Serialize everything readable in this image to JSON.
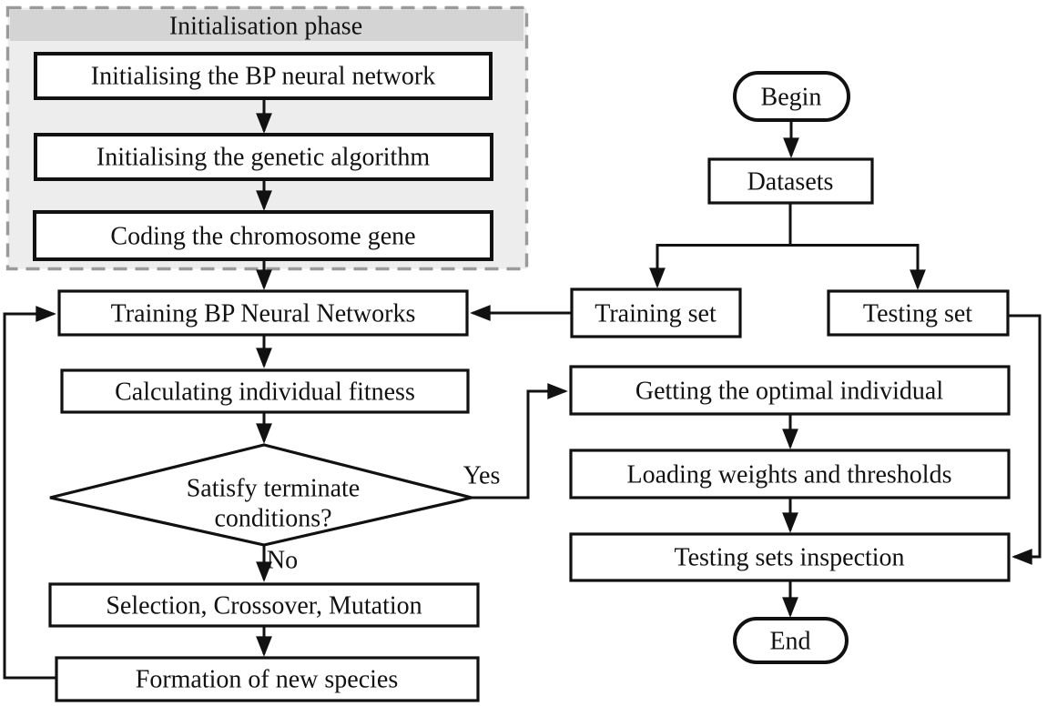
{
  "flowchart": {
    "init_phase": {
      "title": "Initialisation phase",
      "steps": [
        "Initialising the BP neural network",
        "Initialising the genetic algorithm",
        "Coding the chromosome gene"
      ]
    },
    "ga_loop": {
      "training": "Training BP Neural Networks",
      "fitness": "Calculating individual fitness",
      "decision": {
        "line1": "Satisfy terminate",
        "line2": "conditions?",
        "yes_label": "Yes",
        "no_label": "No"
      },
      "selection": "Selection, Crossover, Mutation",
      "formation": "Formation of new species"
    },
    "main_flow": {
      "begin": "Begin",
      "datasets": "Datasets",
      "training_set": "Training set",
      "testing_set": "Testing set",
      "optimal": "Getting the optimal individual",
      "loading": "Loading weights and thresholds",
      "inspection": "Testing sets inspection",
      "end": "End"
    },
    "colors": {
      "line": "#111111",
      "text": "#111111",
      "dashed_border": "#9a9a9a",
      "phase_bg": "#ededed",
      "phase_title_bg": "#d4d4d4",
      "box_bg": "#ffffff"
    }
  }
}
